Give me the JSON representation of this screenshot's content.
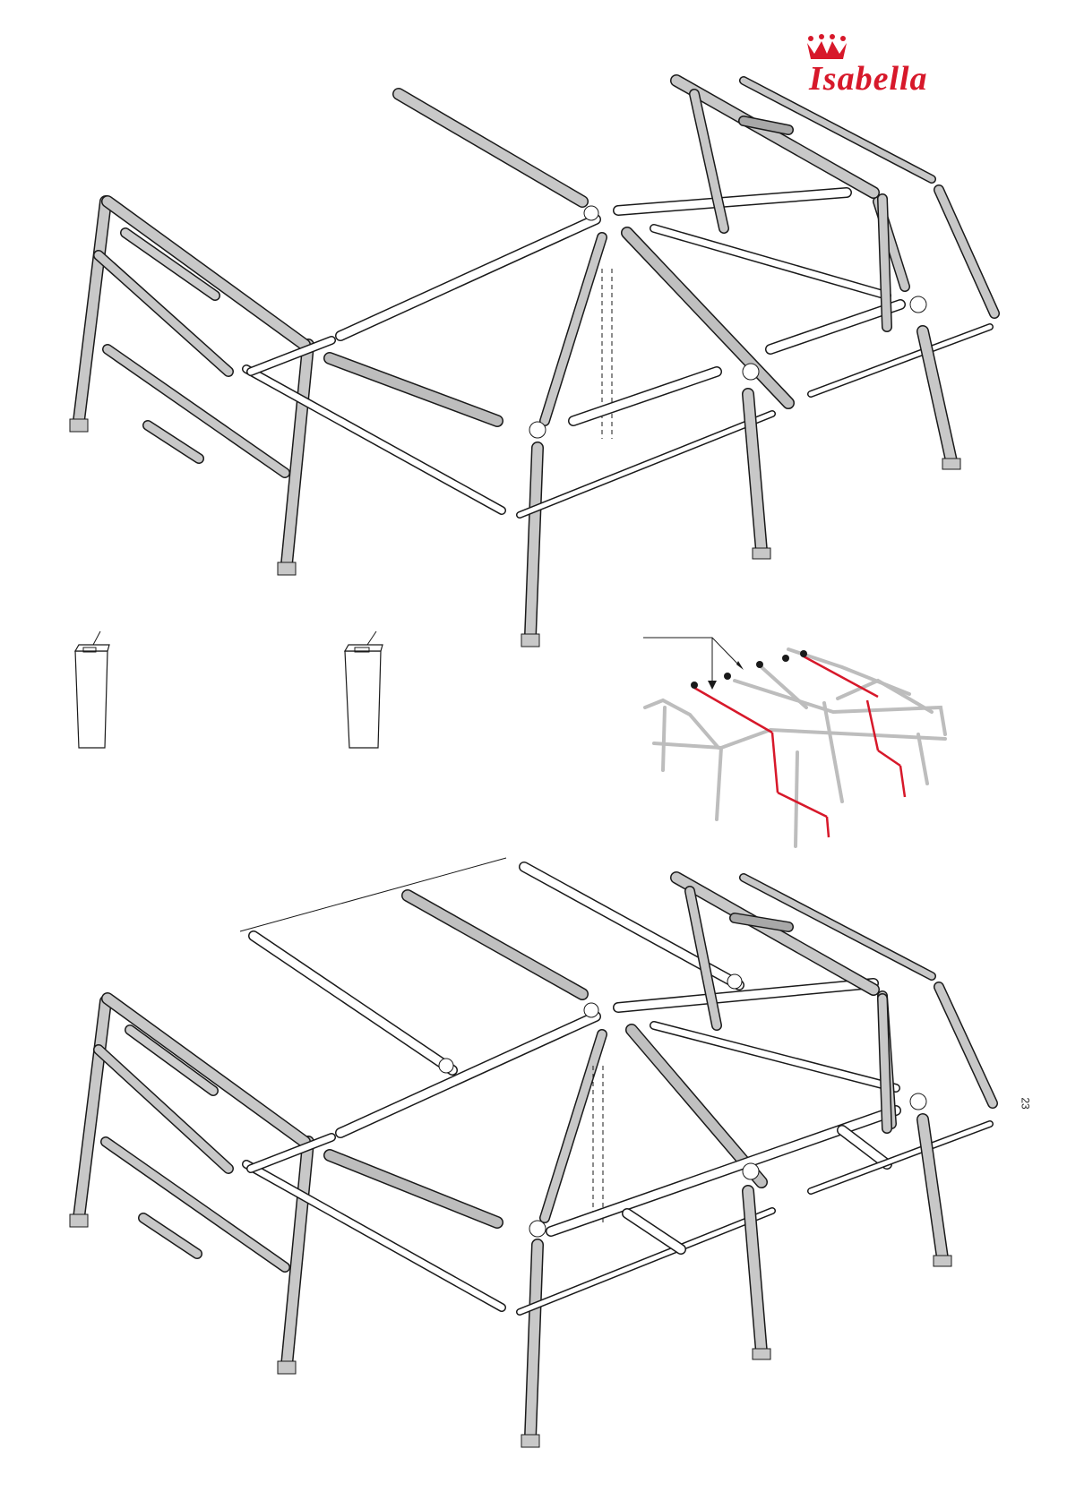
{
  "brand": {
    "name": "Isabella",
    "color": "#d7182a",
    "logo_icon": "crown-icon"
  },
  "diagrams": {
    "top": "awning-frame-assembly",
    "middle_left": "corner-block",
    "middle_right": "corner-block",
    "middle_inset": "roof-pole-highlight",
    "bottom": "awning-frame-extended"
  },
  "colors": {
    "pole": "#c8c8c8",
    "pole_dark": "#a8a8a8",
    "outline": "#1a1a1a",
    "inset_frame": "#bdbdbd",
    "highlight": "#d7182a"
  },
  "page_marker": "23"
}
